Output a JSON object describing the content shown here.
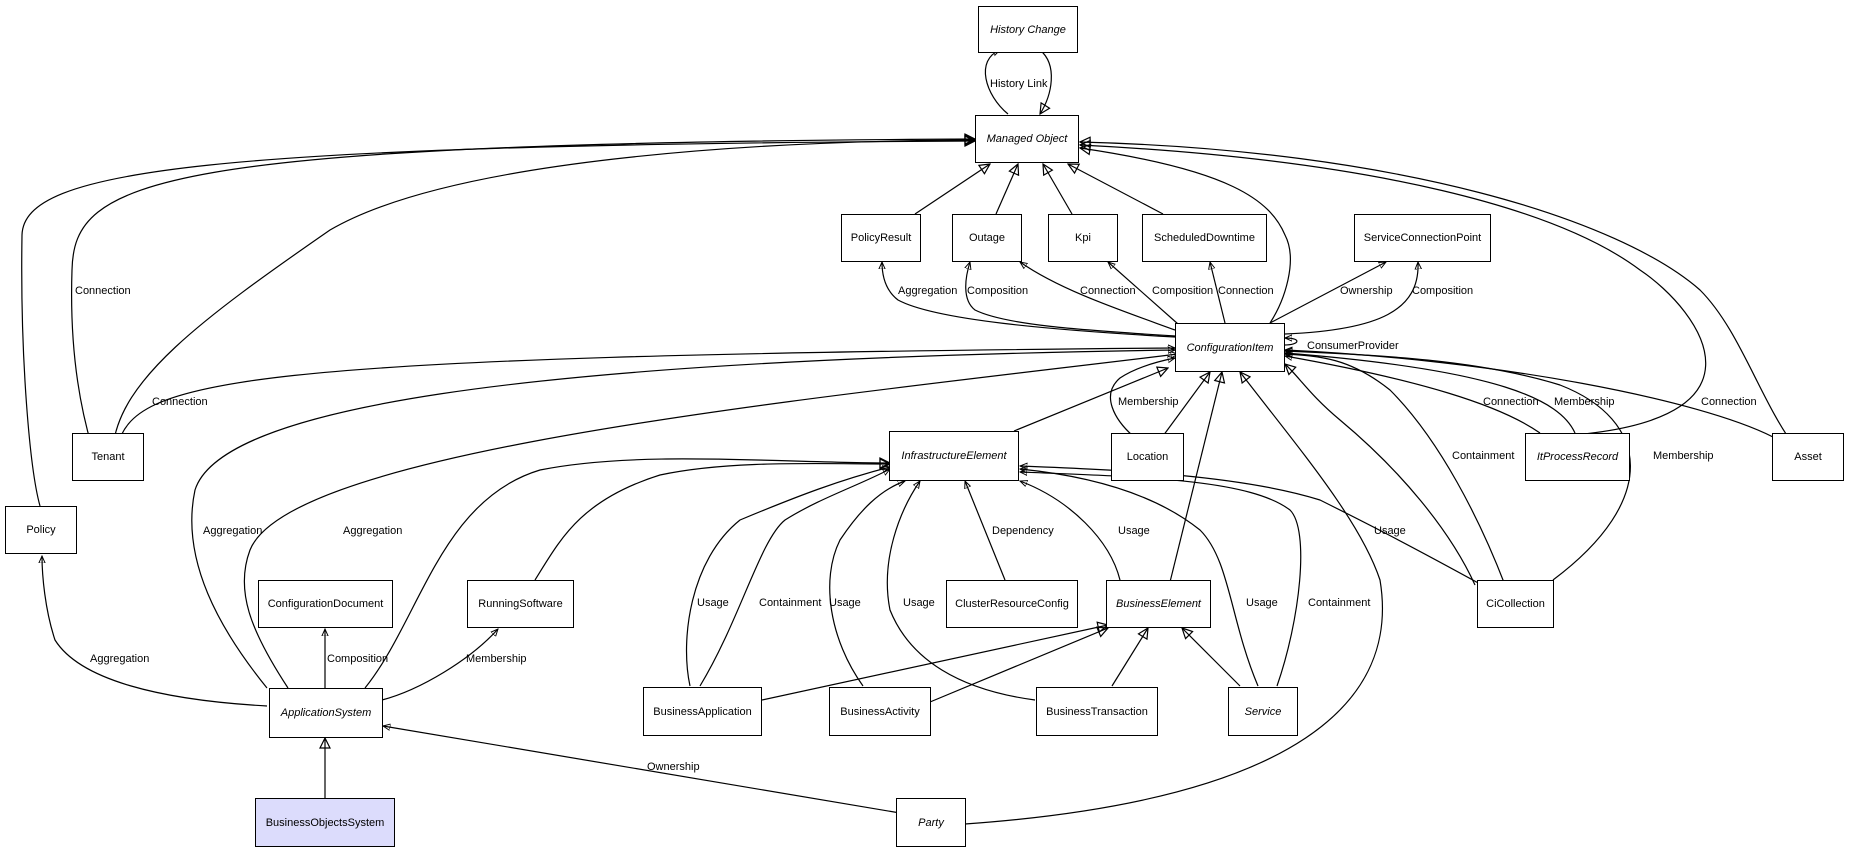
{
  "nodes": {
    "history_change": "History Change",
    "managed_object": "Managed Object",
    "policy_result": "PolicyResult",
    "outage": "Outage",
    "kpi": "Kpi",
    "scheduled_downtime": "ScheduledDowntime",
    "service_connection_point": "ServiceConnectionPoint",
    "configuration_item": "ConfigurationItem",
    "tenant": "Tenant",
    "policy": "Policy",
    "infrastructure_element": "InfrastructureElement",
    "location": "Location",
    "it_process_record": "ItProcessRecord",
    "asset": "Asset",
    "configuration_document": "ConfigurationDocument",
    "running_software": "RunningSoftware",
    "cluster_resource_config": "ClusterResourceConfig",
    "business_element": "BusinessElement",
    "ci_collection": "CiCollection",
    "application_system": "ApplicationSystem",
    "business_application": "BusinessApplication",
    "business_activity": "BusinessActivity",
    "business_transaction": "BusinessTransaction",
    "service": "Service",
    "business_objects_system": "BusinessObjectsSystem",
    "party": "Party"
  },
  "edge_labels": {
    "history_link": "History Link",
    "connection_tenant_mo": "Connection",
    "aggregation_policyresult": "Aggregation",
    "composition_outage": "Composition",
    "connection_outage": "Connection",
    "composition_kpi": "Composition",
    "connection_sd": "Connection",
    "ownership_scp": "Ownership",
    "composition_scp": "Composition",
    "consumer_provider": "ConsumerProvider",
    "connection_tenant_ci": "Connection",
    "membership_location": "Membership",
    "connection_itpr": "Connection",
    "membership_itpr": "Membership",
    "connection_asset": "Connection",
    "aggregation_appsys_1": "Aggregation",
    "aggregation_appsys_2": "Aggregation",
    "containment_cicol": "Containment",
    "membership_cicol": "Membership",
    "dependency": "Dependency",
    "usage_be": "Usage",
    "usage_cicol": "Usage",
    "usage_bapp": "Usage",
    "containment_bapp": "Containment",
    "usage_bact": "Usage",
    "usage_btrans": "Usage",
    "usage_service": "Usage",
    "containment_service": "Containment",
    "aggregation_policy": "Aggregation",
    "composition_confdoc": "Composition",
    "membership_rs": "Membership",
    "ownership_party": "Ownership"
  }
}
